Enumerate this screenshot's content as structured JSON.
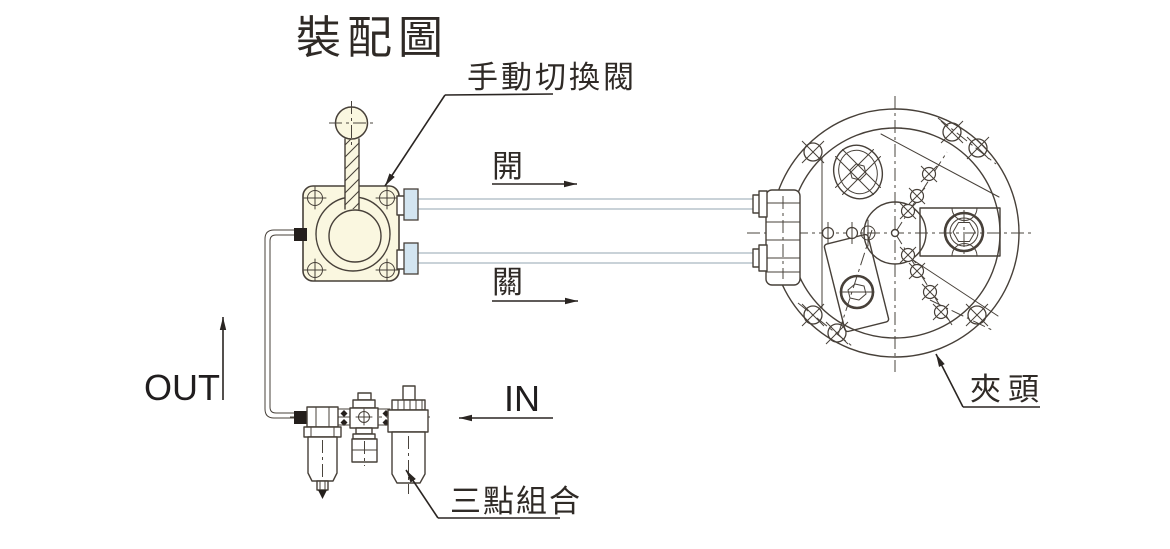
{
  "diagram": {
    "title": "裝配圖",
    "labels": {
      "manual_valve": "手動切換閥",
      "open": "開",
      "close": "關",
      "out": "OUT",
      "in": "IN",
      "frl": "三點組合",
      "chuck": "夾頭"
    },
    "colors": {
      "line": "#474039",
      "text": "#2f2a26",
      "valve_fill": "#faf7e0",
      "tube_fill": "#d9e9f3",
      "fitting_fill": "#d3e5f1",
      "connector_black": "#241f1c"
    }
  }
}
